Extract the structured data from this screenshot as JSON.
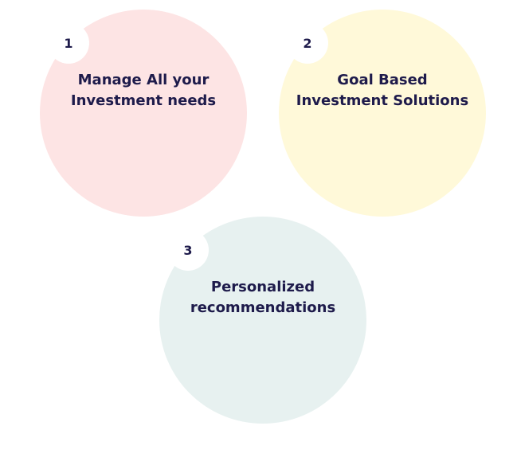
{
  "theme": {
    "text_color": "#1e1b4b",
    "badge_background": "#ffffff"
  },
  "features": [
    {
      "number": "1",
      "title": "Manage All your Investment needs",
      "color": "#fde4e4"
    },
    {
      "number": "2",
      "title": "Goal Based Investment Solutions",
      "color": "#fff9d9"
    },
    {
      "number": "3",
      "title": "Personalized recommendations",
      "color": "#e7f1f0"
    }
  ]
}
